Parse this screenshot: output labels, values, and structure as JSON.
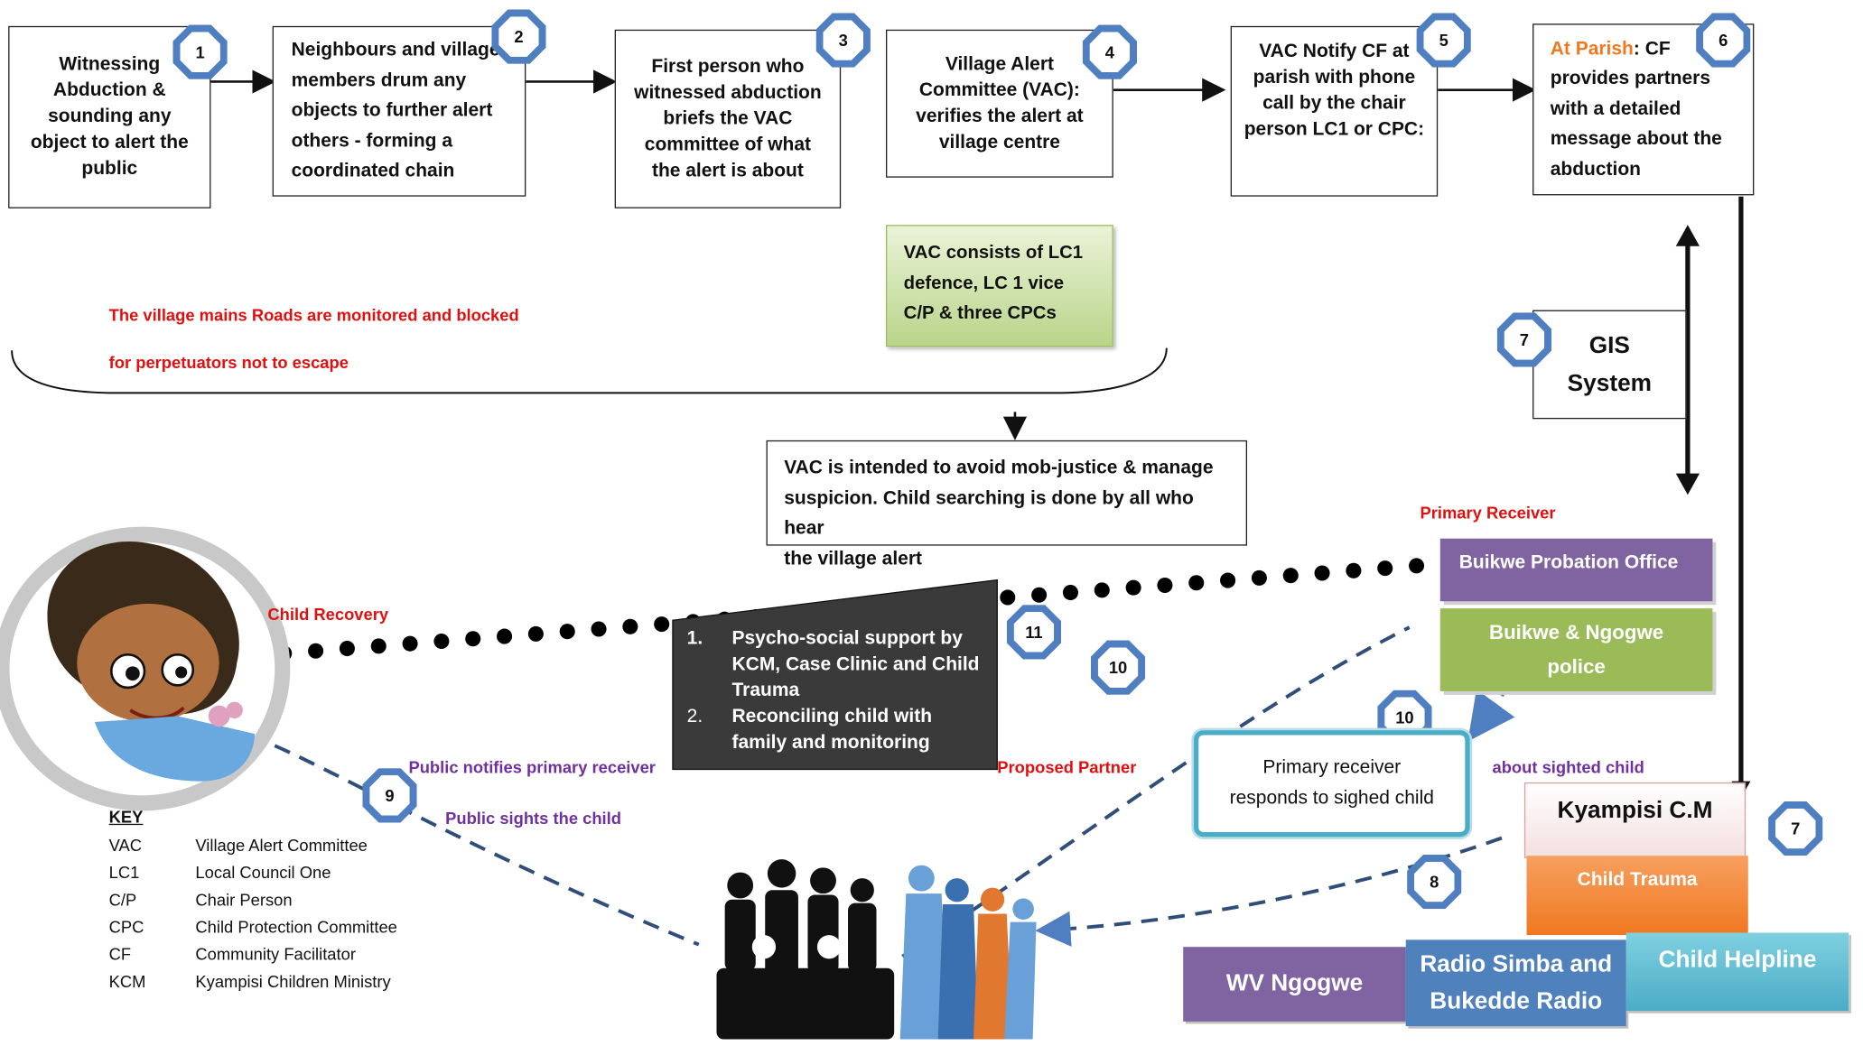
{
  "steps": [
    {
      "num": "1",
      "text": "Witnessing\nAbduction &\nsounding any\nobject to alert the\npublic"
    },
    {
      "num": "2",
      "text": "Neighbours and village\nmembers drum any\nobjects to further alert\nothers - forming a\ncoordinated chain"
    },
    {
      "num": "3",
      "text": "First person who\nwitnessed abduction\nbriefs the VAC\ncommittee of what\nthe alert is about"
    },
    {
      "num": "4",
      "text": "Village Alert\nCommittee (VAC):\nverifies the alert at\nvillage centre"
    },
    {
      "num": "5",
      "text": "VAC Notify CF at\nparish with phone\ncall by the chair\nperson LC1 or CPC:"
    },
    {
      "num": "6",
      "prefix": "At Parish",
      "text": ": CF\nprovides partners\nwith a detailed\nmessage about the\nabduction"
    }
  ],
  "vac_note": "VAC consists of LC1\ndefence, LC 1 vice\nC/P & three CPCs",
  "road_note_1": "The village mains Roads are monitored and blocked",
  "road_note_2": "for perpetuators not to escape",
  "mob_note": "VAC is intended to avoid mob-justice & manage\nsuspicion. Child searching is done by all who hear\nthe village alert",
  "gis": {
    "num": "7",
    "label": "GIS\nSystem"
  },
  "primary_receiver_label": "Primary Receiver",
  "probation_office": "Buikwe Probation Office",
  "police": "Buikwe & Ngogwe\npolice",
  "child_recovery": "Child Recovery",
  "support": {
    "item1": "Psycho-social support by\nKCM, Case Clinic and Child\nTrauma",
    "item2": "Reconciling child with\nfamily and monitoring",
    "n1": "1.",
    "n2": "2."
  },
  "badge_11": "11",
  "badge_10a": "10",
  "badge_10b": "10",
  "responds": "Primary receiver\nresponds to sighed child",
  "public_notifies": "Public notifies primary receiver",
  "proposed_partner": "Proposed Partner",
  "about_sighted": "about sighted child",
  "badge_9": "9",
  "public_sights": "Public sights the child",
  "badge_8": "8",
  "kyampisi": {
    "num": "7",
    "label": "Kyampisi C.M"
  },
  "child_trauma": "Child Trauma",
  "wv_ngogwe": "WV Ngogwe",
  "radio": "Radio Simba and\nBukedde Radio",
  "helpline": "Child Helpline",
  "key": {
    "title": "KEY",
    "rows": [
      {
        "abbr": "VAC",
        "full": "Village Alert Committee"
      },
      {
        "abbr": "LC1",
        "full": "Local Council One"
      },
      {
        "abbr": "C/P",
        "full": "Chair Person"
      },
      {
        "abbr": "CPC",
        "full": "Child Protection Committee"
      },
      {
        "abbr": "CF",
        "full": "Community Facilitator"
      },
      {
        "abbr": "KCM",
        "full": "Kyampisi Children Ministry"
      }
    ]
  },
  "colors": {
    "red": "#e01010",
    "purple": "#7030a0",
    "orange": "#f07820",
    "badge": "#4f7fc0",
    "green": "#9bbb59",
    "violet": "#8064a2",
    "blue": "#4f81bd",
    "teal": "#4bacc6"
  }
}
